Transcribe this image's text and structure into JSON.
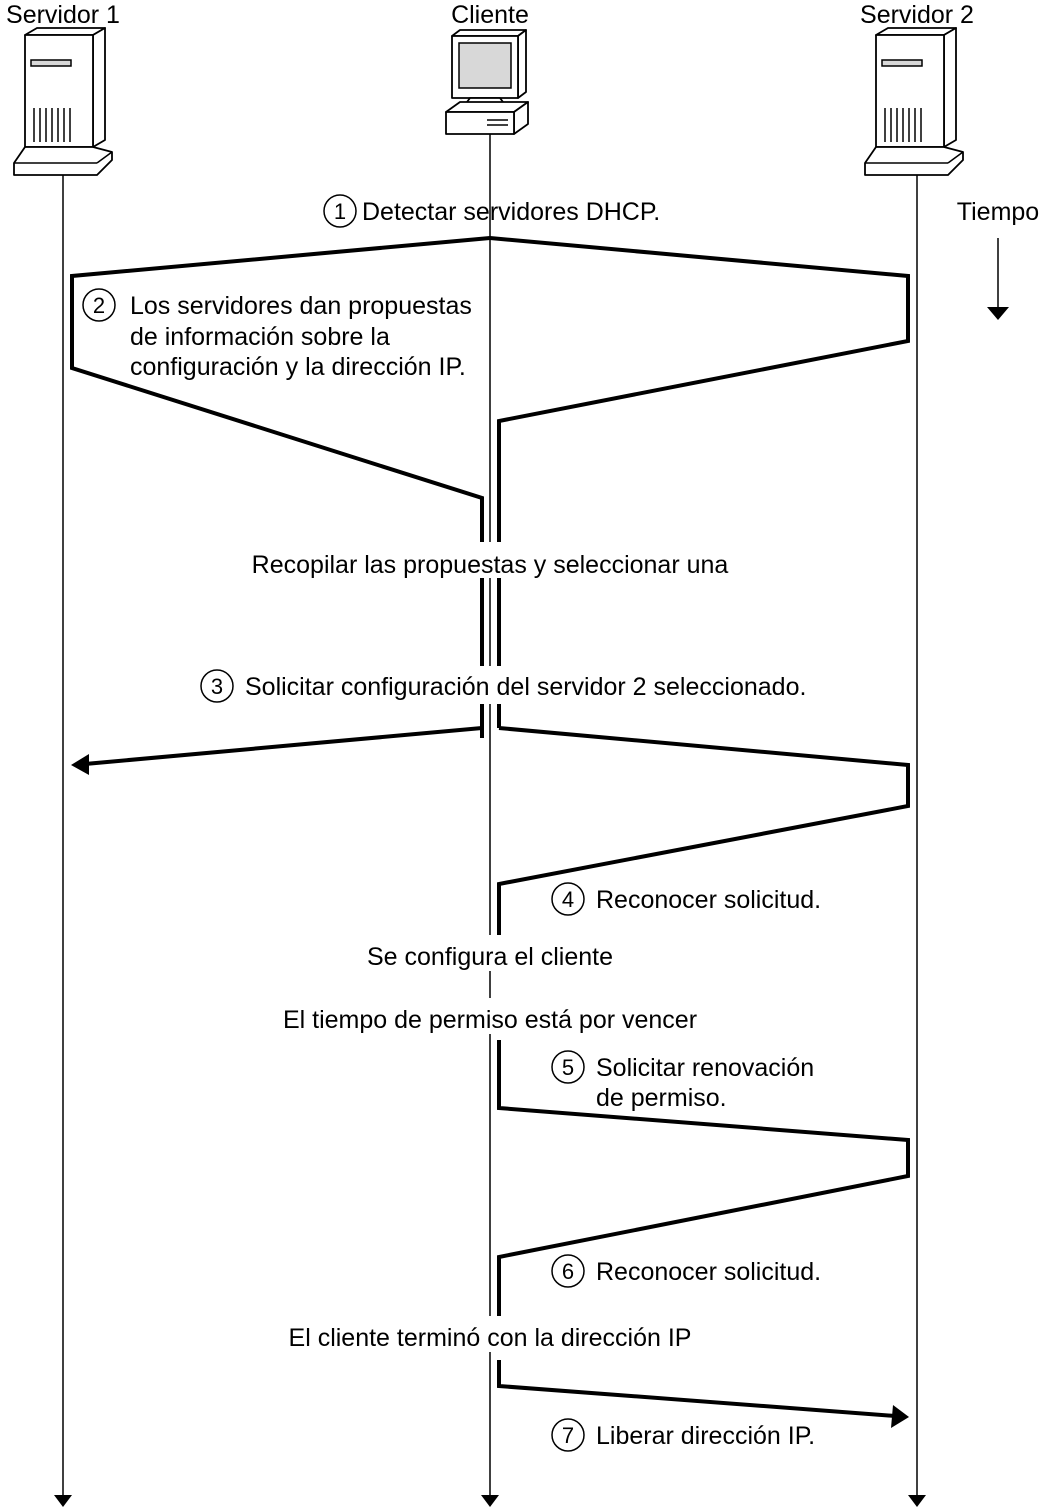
{
  "actors": {
    "server1": {
      "label": "Servidor 1",
      "icon": "server-tower-icon"
    },
    "client": {
      "label": "Cliente",
      "icon": "desktop-computer-icon"
    },
    "server2": {
      "label": "Servidor 2",
      "icon": "server-tower-icon"
    }
  },
  "time": {
    "label": "Tiempo",
    "icon": "arrow-down-icon"
  },
  "steps": {
    "s1": {
      "number": "1",
      "lines": [
        "Detectar servidores DHCP."
      ]
    },
    "s2": {
      "number": "2",
      "lines": [
        "Los servidores dan propuestas",
        "de información sobre la",
        "configuración y la dirección IP."
      ]
    },
    "s3": {
      "number": "3",
      "lines": [
        "Solicitar configuración del servidor 2 seleccionado."
      ]
    },
    "s4": {
      "number": "4",
      "lines": [
        "Reconocer solicitud."
      ]
    },
    "s5": {
      "number": "5",
      "lines": [
        "Solicitar renovación",
        "de permiso."
      ]
    },
    "s6": {
      "number": "6",
      "lines": [
        "Reconocer solicitud."
      ]
    },
    "s7": {
      "number": "7",
      "lines": [
        "Liberar dirección IP."
      ]
    }
  },
  "events": {
    "collect": "Recopilar las propuestas y seleccionar una",
    "configured": "Se configura el cliente",
    "expiring": "El tiempo de permiso está por vencer",
    "finished": "El cliente terminó con la dirección IP"
  }
}
